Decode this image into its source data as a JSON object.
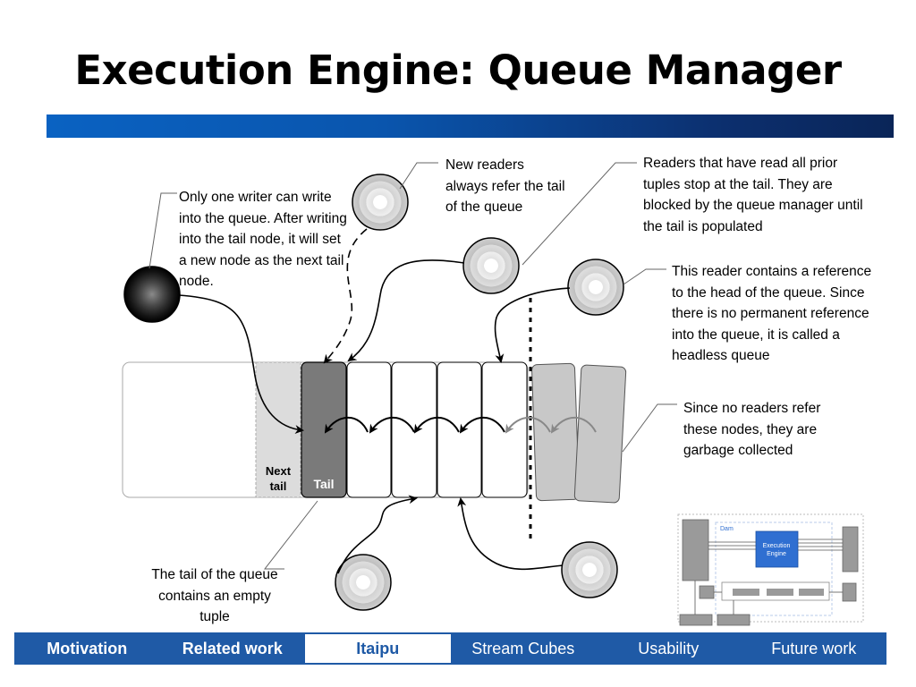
{
  "slide": {
    "title": "Execution Engine: Queue Manager"
  },
  "diagram": {
    "notes": {
      "writer": "Only one writer can write into the queue. After writing into the tail node, it will set a new node as the next tail node.",
      "new_readers": "New readers always refer the tail of the queue",
      "blocked_readers": "Readers that have read all prior tuples stop at the tail. They are blocked by the queue manager until the tail is populated",
      "head_reader": "This reader contains a reference to the head of the queue. Since there is no permanent reference into the queue, it is called a headless queue",
      "garbage": "Since no readers refer these nodes, they are garbage collected",
      "tail_empty": "The tail of the queue contains an empty tuple"
    },
    "queue_labels": {
      "next_tail_line1": "Next",
      "next_tail_line2": "tail",
      "tail": "Tail"
    },
    "inset": {
      "dam_label": "Dam",
      "engine_line1": "Execution",
      "engine_line2": "Engine"
    },
    "colors": {
      "tail_node": "#7a7a7a",
      "next_tail_node": "#dcdcdc",
      "garbage_node": "#c8c8c8",
      "engine_box": "#2f6fd1"
    }
  },
  "nav": {
    "items": [
      {
        "label": "Motivation"
      },
      {
        "label": "Related work"
      },
      {
        "label": "Itaipu"
      },
      {
        "label": "Stream Cubes"
      },
      {
        "label": "Usability"
      },
      {
        "label": "Future work"
      }
    ],
    "active": "Itaipu"
  }
}
